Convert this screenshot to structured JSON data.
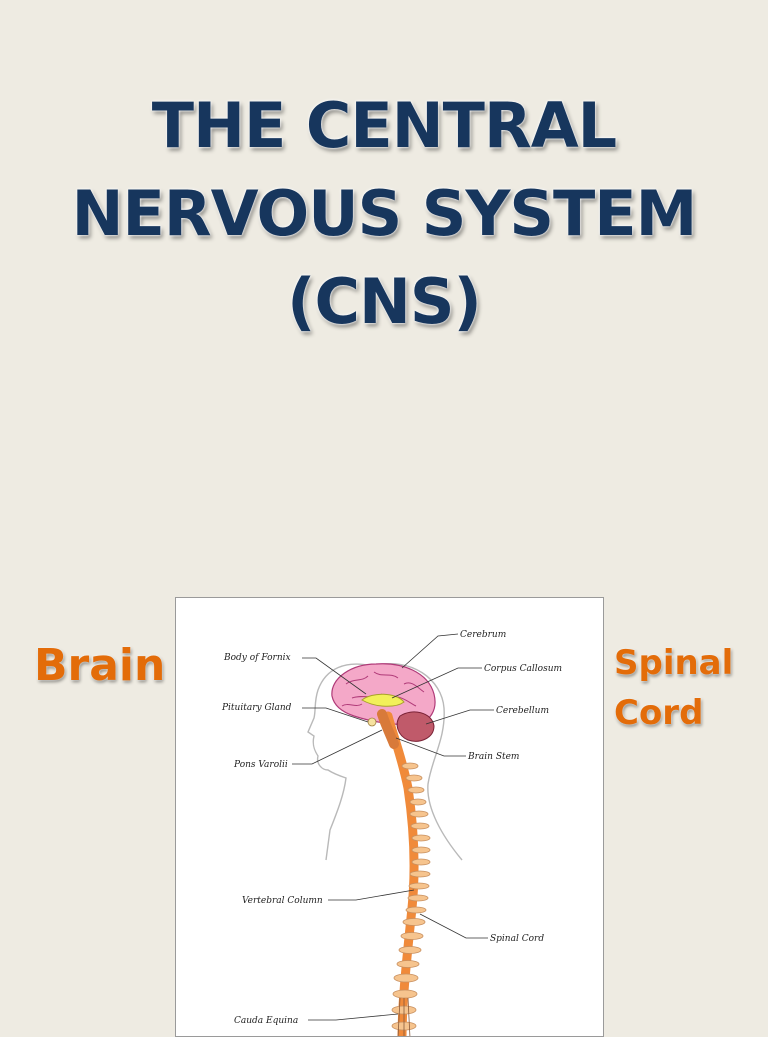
{
  "title": {
    "line1": "THE CENTRAL",
    "line2": "NERVOUS SYSTEM",
    "line3": "(CNS)"
  },
  "labels": {
    "brain": "Brain",
    "spinal_cord_line1": "Spinal",
    "spinal_cord_line2": "Cord"
  },
  "diagram": {
    "annotations": {
      "cerebrum": "Cerebrum",
      "body_of_fornix": "Body of Fornix",
      "corpus_callosum": "Corpus Callosum",
      "pituitary_gland": "Pituitary Gland",
      "cerebellum": "Cerebellum",
      "pons_varolii": "Pons Varolii",
      "brain_stem": "Brain Stem",
      "vertebral_column": "Vertebral Column",
      "spinal_cord": "Spinal Cord",
      "cauda_equina": "Cauda Equina"
    },
    "colors": {
      "cerebrum": "#f4a8c8",
      "corpus_callosum": "#f2f05a",
      "cerebellum": "#c05a6a",
      "spinal_cord": "#f08a3a",
      "vertebrae": "#f6c48e",
      "title": "#17365d",
      "accent_label": "#e36c09"
    }
  }
}
